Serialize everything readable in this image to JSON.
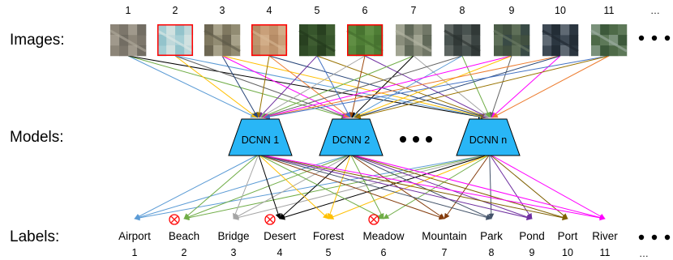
{
  "row_labels": {
    "images": "Images:",
    "models": "Models:",
    "labels": "Labels:"
  },
  "images": [
    {
      "index": "1",
      "outlined": false,
      "palette": [
        "#8c8578",
        "#6f6a60",
        "#b0aa9c",
        "#5c5a52"
      ]
    },
    {
      "index": "2",
      "outlined": true,
      "palette": [
        "#bfd8da",
        "#8fc7cf",
        "#dfe9e6",
        "#6fb3c0"
      ]
    },
    {
      "index": "3",
      "outlined": false,
      "palette": [
        "#7f7860",
        "#a39d84",
        "#5e5a48",
        "#c8c2ac"
      ]
    },
    {
      "index": "4",
      "outlined": true,
      "palette": [
        "#c9a07a",
        "#b58b63",
        "#d8b894",
        "#a67b55"
      ]
    },
    {
      "index": "5",
      "outlined": false,
      "palette": [
        "#2f4a26",
        "#3e5e31",
        "#22391c",
        "#4c6d3c"
      ]
    },
    {
      "index": "6",
      "outlined": true,
      "palette": [
        "#4f7d35",
        "#5f8f42",
        "#426b2c",
        "#6f9d50"
      ]
    },
    {
      "index": "7",
      "outlined": false,
      "palette": [
        "#8a8e7c",
        "#5c6456",
        "#b4b6a4",
        "#3f4a3c"
      ]
    },
    {
      "index": "8",
      "outlined": false,
      "palette": [
        "#3b4442",
        "#56605c",
        "#2a312f",
        "#7a827c"
      ]
    },
    {
      "index": "9",
      "outlined": false,
      "palette": [
        "#4c5d48",
        "#39463a",
        "#6e7d66",
        "#2a3a44"
      ]
    },
    {
      "index": "10",
      "outlined": false,
      "palette": [
        "#2c3640",
        "#4e5a64",
        "#1e262e",
        "#8a949c"
      ]
    },
    {
      "index": "11",
      "outlined": false,
      "palette": [
        "#4f6a48",
        "#6a8466",
        "#9fb0a4",
        "#2f4a32"
      ]
    }
  ],
  "images_more": "…",
  "models": [
    {
      "label": "DCNN 1"
    },
    {
      "label": "DCNN 2"
    },
    {
      "label": "DCNN n"
    }
  ],
  "labels": [
    {
      "name": "Airport",
      "index": "1",
      "color": "#5b9bd5",
      "rejected": false
    },
    {
      "name": "Beach",
      "index": "2",
      "color": "#70ad47",
      "rejected": true
    },
    {
      "name": "Bridge",
      "index": "3",
      "color": "#a5a5a5",
      "rejected": false
    },
    {
      "name": "Desert",
      "index": "4",
      "color": "#000000",
      "rejected": true
    },
    {
      "name": "Forest",
      "index": "5",
      "color": "#ffc000",
      "rejected": false
    },
    {
      "name": "Meadow",
      "index": "6",
      "color": "#70ad47",
      "rejected": true
    },
    {
      "name": "Mountain",
      "index": "7",
      "color": "#843c0c",
      "rejected": false
    },
    {
      "name": "Park",
      "index": "8",
      "color": "#44546a",
      "rejected": false
    },
    {
      "name": "Pond",
      "index": "9",
      "color": "#7030a0",
      "rejected": false
    },
    {
      "name": "Port",
      "index": "10",
      "color": "#7f6000",
      "rejected": false
    },
    {
      "name": "River",
      "index": "11",
      "color": "#ff00ff",
      "rejected": false
    }
  ],
  "labels_more": "…",
  "colors": {
    "model_fill": "#29b6f6",
    "model_stroke": "#000000",
    "outline_red": "#ff0000",
    "reject_red": "#ff0000",
    "edge_palette": [
      "#5b9bd5",
      "#ed7d31",
      "#a5a5a5",
      "#ffc000",
      "#4472c4",
      "#70ad47",
      "#264478",
      "#9e480e",
      "#636363",
      "#997300",
      "#000000",
      "#ff00ff",
      "#7030a0"
    ]
  }
}
